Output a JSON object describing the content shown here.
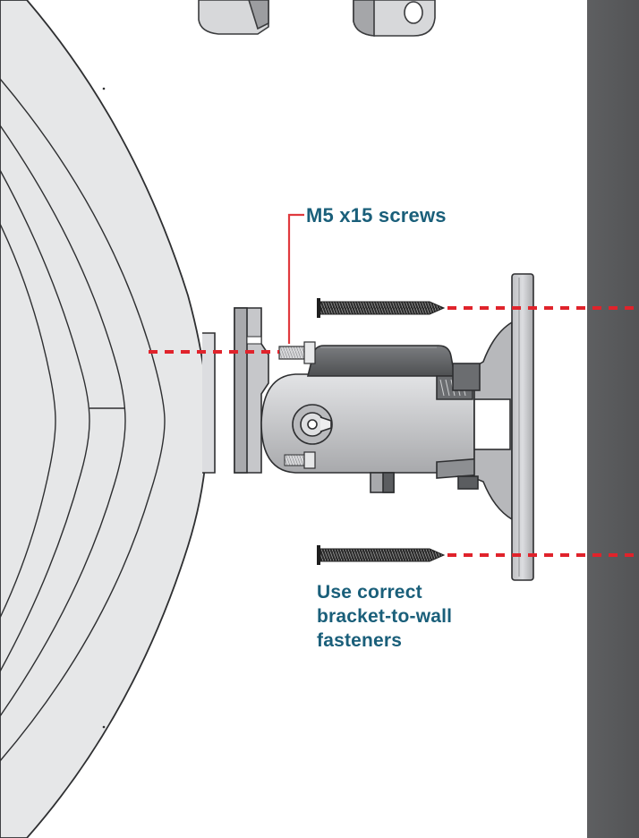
{
  "labels": {
    "screws": "M5 x15 screws",
    "fasteners_line1": "Use correct",
    "fasteners_line2": "bracket-to-wall",
    "fasteners_line3": "fasteners"
  },
  "colors": {
    "label_text": "#1a5f7a",
    "leader_line": "#e03a3e",
    "dash_line": "#e0232b",
    "wall": "#58595b",
    "part_fill": "#d1d2d4",
    "part_dark": "#8e9094",
    "outline": "#3a3b3d",
    "screw": "#1e1e1e"
  }
}
